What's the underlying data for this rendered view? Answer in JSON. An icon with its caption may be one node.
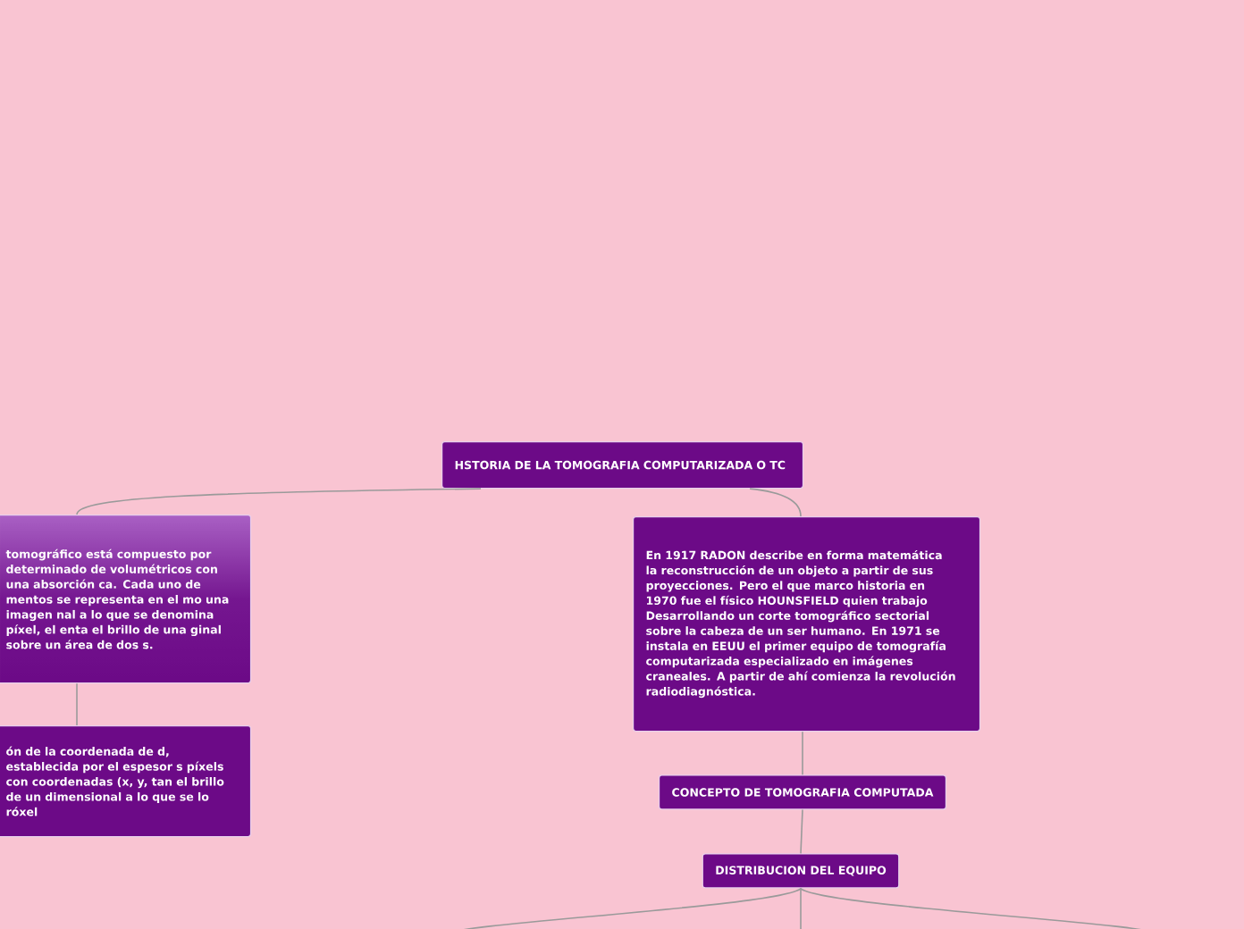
{
  "diagram": {
    "nodes": [
      {
        "text": [
          "HSTORIA DE LA TOMOGRAFIA COMPUTARIZADA O TC"
        ]
      },
      {
        "text": [
          "tomográfico está compuesto por determinado de volumétricos con una absorción ca. Cada uno de mentos se representa en el mo una imagen nal a lo que se denomina píxel, el enta el brillo de una ginal sobre un área de dos s."
        ]
      },
      {
        "text": [
          "ón de la coordenada de d, establecida por el espesor s píxels con coordenadas (x, y, tan el brillo de un dimensional a lo que se lo róxel"
        ]
      },
      {
        "text": [
          "En 1917 RADON describe en forma matemática la reconstrucción de un objeto a partir de sus proyecciones. Pero el que marco historia en 1970 fue el físico HOUNSFIELD quien trabajo Desarrollando un corte tomográfico sectorial sobre la cabeza de un ser humano. En 1971 se instala en EEUU el primer equipo de tomografía computarizada especializado en imágenes craneales. A partir de ahí comienza la revolución radiodiagnóstica."
        ]
      },
      {
        "text": [
          "CONCEPTO DE TOMOGRAFIA COMPUTADA"
        ]
      },
      {
        "text": [
          "DISTRIBUCION DEL EQUIPO"
        ]
      }
    ],
    "edges": [
      {
        "from": 0,
        "to": 1,
        "arrow": "none"
      },
      {
        "from": 0,
        "to": 3,
        "arrow": "none"
      },
      {
        "from": 1,
        "to": 2,
        "arrow": "none"
      },
      {
        "from": 3,
        "to": 4,
        "arrow": "none"
      },
      {
        "from": 4,
        "to": 5,
        "arrow": "none"
      },
      {
        "from": 5,
        "to": null,
        "arrow": "none"
      },
      {
        "from": 5,
        "to": null,
        "arrow": "none"
      },
      {
        "from": 5,
        "to": null,
        "arrow": "none"
      }
    ]
  }
}
